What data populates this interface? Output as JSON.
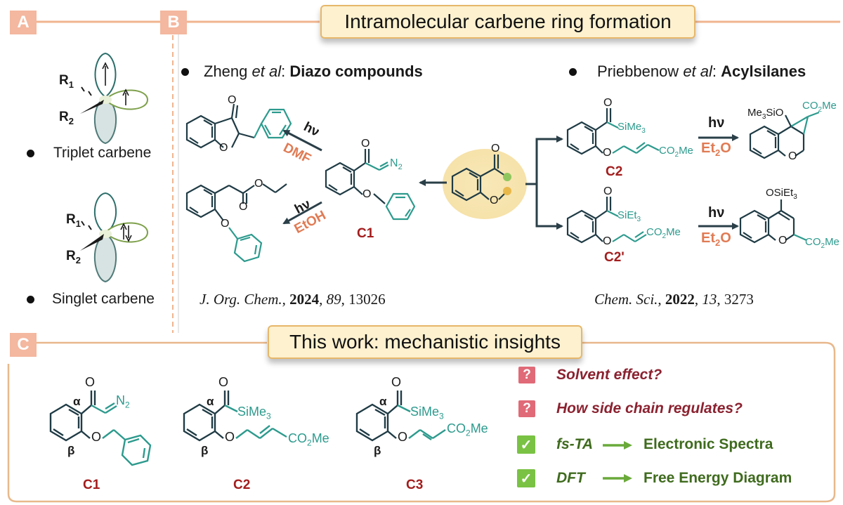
{
  "panels": {
    "a": "A",
    "b": "B",
    "c": "C"
  },
  "title_b": "Intramolecular carbene ring formation",
  "title_c": "This work: mechanistic insights",
  "carbenes": {
    "triplet": "Triplet carbene",
    "singlet": "Singlet carbene",
    "r1": "R",
    "r2": "R",
    "sub1": "1",
    "sub2": "2"
  },
  "zheng": {
    "author": "Zheng ",
    "etal": "et al",
    "colon": ": ",
    "topic": "Diazo compounds"
  },
  "priebbenow": {
    "author": "Priebbenow ",
    "etal": "et al",
    "colon": ": ",
    "topic": "Acylsilanes"
  },
  "ref_left": {
    "journal": "J. Org. Chem.",
    "sep1": ", ",
    "year": "2024",
    "sep2": ", ",
    "vol": "89",
    "page": ", 13026"
  },
  "ref_right": {
    "journal": "Chem. Sci.",
    "sep1": ", ",
    "year": "2022",
    "sep2": ", ",
    "vol": "13",
    "page": ", 3273"
  },
  "conditions": {
    "hv": "hν",
    "dmf": "DMF",
    "etoh": "EtOH",
    "et2o": "Et",
    "et2o_sub": "2",
    "et2o_end": "O"
  },
  "labels": {
    "c1": "C1",
    "c2": "C2",
    "c2p": "C2'",
    "c3": "C3"
  },
  "atoms": {
    "o": "O",
    "n2": "N",
    "n2_sub": "2",
    "sime3": "SiMe",
    "sime3_sub": "3",
    "siet3": "SiEt",
    "siet3_sub": "3",
    "co2me": "CO",
    "co2me_sub": "2",
    "co2me_end": "Me",
    "me3sio": "Me",
    "me3sio_sub": "3",
    "me3sio_end": "SiO",
    "osiet3": "OSiEt",
    "osiet3_sub": "3",
    "alpha": "α",
    "beta": "β"
  },
  "insights": [
    {
      "icon": "?",
      "text": "Solvent effect?"
    },
    {
      "icon": "?",
      "text": "How side chain regulates?"
    },
    {
      "icon": "✓",
      "text": "fs-TA",
      "result": "Electronic Spectra"
    },
    {
      "icon": "✓",
      "text": "DFT",
      "result": "Free Energy Diagram"
    }
  ],
  "colors": {
    "teal": "#2c9a8d",
    "orange": "#e07b54",
    "dark_red": "#a31d1d",
    "bond": "#1f3b45",
    "green": "#3f6b1e",
    "frame": "#e8b88b"
  }
}
